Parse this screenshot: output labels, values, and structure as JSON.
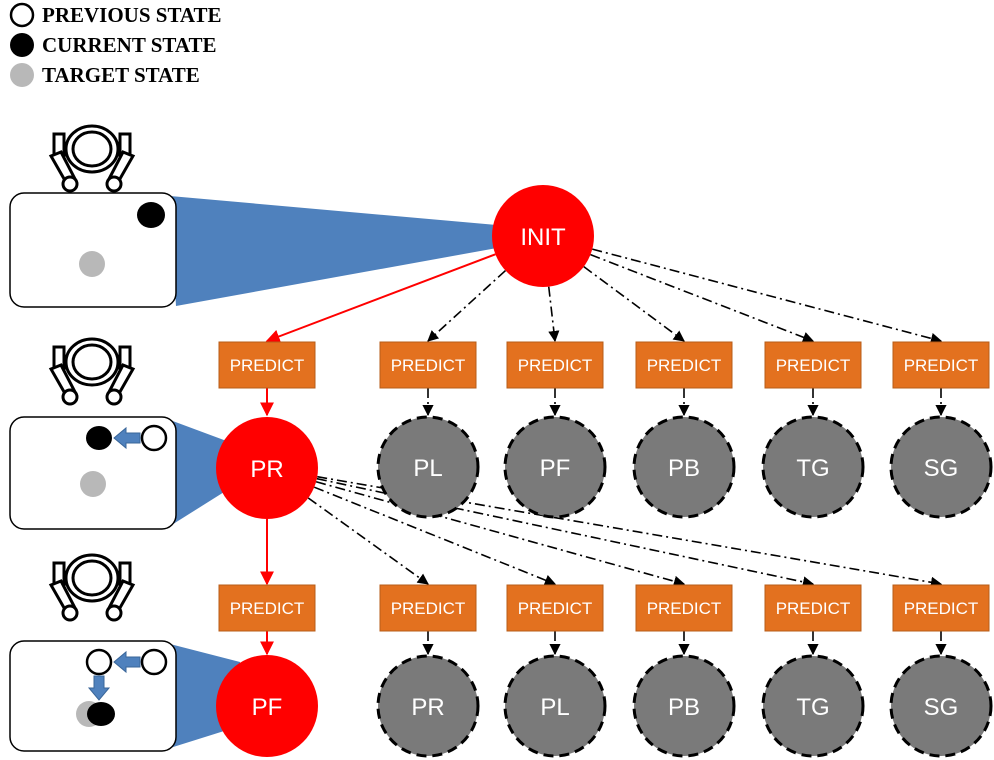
{
  "legend": {
    "previous": "PREVIOUS STATE",
    "current": "CURRENT STATE",
    "target": "TARGET STATE"
  },
  "predict_label": "PREDICT",
  "levels": [
    {
      "parent": "INIT",
      "children": [
        "PR",
        "PL",
        "PF",
        "PB",
        "TG",
        "SG"
      ],
      "selected": "PR"
    },
    {
      "parent": "PR",
      "children": [
        "PF",
        "PR",
        "PL",
        "PB",
        "TG",
        "SG"
      ],
      "selected": "PF"
    }
  ],
  "colors": {
    "selected_node": "#ff0000",
    "candidate_node": "#7a7a7a",
    "predict_box": "#e3711f",
    "projection": "#4f81bd",
    "selected_edge": "#ff0000",
    "target_dot": "#b8b8b8"
  }
}
